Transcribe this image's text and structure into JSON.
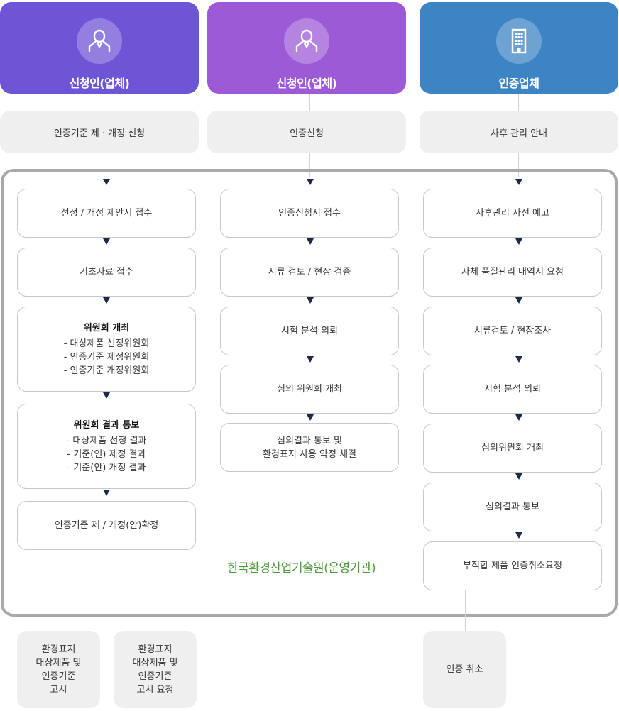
{
  "headers": [
    {
      "title": "신청인(업체)",
      "icon": "person-icon",
      "color": "#6e55d6"
    },
    {
      "title": "신청인(업체)",
      "icon": "person-icon",
      "color": "#9c5ad6"
    },
    {
      "title": "인증업체",
      "icon": "building-icon",
      "color": "#3c84c4"
    }
  ],
  "requests": [
    "인증기준 제 · 개정 신청",
    "인증신청",
    "사후 관리 안내"
  ],
  "col1": {
    "step1": "선정 / 개정 제안서 접수",
    "step2": "기초자료 접수",
    "step3": {
      "title": "위원회 개최",
      "lines": [
        "- 대상제품 선정위원회",
        "- 인증기준 제정위원회",
        "- 인증기준 개정위원회"
      ]
    },
    "step4": {
      "title": "위원회 결과 통보",
      "lines": [
        "- 대상제품 선정 결과",
        "- 기준(인) 제정 결과",
        "- 기준(안) 개정 결과"
      ]
    },
    "step5": "인증기준 제 / 개정(안)확정"
  },
  "col2": {
    "step1": "인증신청서 접수",
    "step2": "서류 검토 / 현장 검증",
    "step3": "시험 분석 의뢰",
    "step4": "심의 위원회 개최",
    "step5": [
      "심의결과 통보 및",
      "환경표지 사용 약정 체결"
    ]
  },
  "col3": {
    "step1": "사후관리 사전 예고",
    "step2": "자체 품질관리 내역서 요청",
    "step3": "서류검토 / 현장조사",
    "step4": "시험 분석 의뢰",
    "step5": "심의위원회 개최",
    "step6": "심의결과 통보",
    "step7": "부적합 제품 인증취소요청"
  },
  "organization": "한국환경산업기술원(운영기관)",
  "outputs": {
    "left": [
      "환경표지",
      "대상제품 및",
      "인증기준",
      "고시"
    ],
    "middle": [
      "환경표지",
      "대상제품 및",
      "인증기준",
      "고시 요청"
    ],
    "right": "인증 취소"
  }
}
